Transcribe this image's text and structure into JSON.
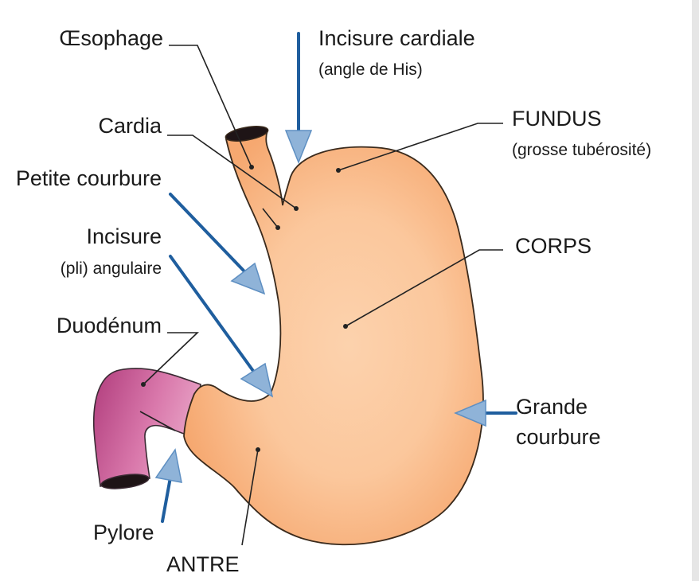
{
  "labels": {
    "oesophage": "Œsophage",
    "cardia": "Cardia",
    "petite_courbure": "Petite courbure",
    "incisure": "Incisure",
    "incisure_sub": "(pli) angulaire",
    "duodenum": "Duodénum",
    "pylore": "Pylore",
    "antre": "ANTRE",
    "incisure_cardiale": "Incisure cardiale",
    "incisure_cardiale_sub": "(angle de His)",
    "fundus": "FUNDUS",
    "fundus_sub": "(grosse tubérosité)",
    "corps": "CORPS",
    "grande": "Grande",
    "courbure": "courbure"
  },
  "colors": {
    "stomach_outer": "#f6a870",
    "stomach_inner": "#fcd2ad",
    "duodenum_dark": "#b03c7c",
    "duodenum_light": "#e597c0",
    "arrow": "#1f5e9e",
    "arrow_head": "#8fb3d8"
  }
}
